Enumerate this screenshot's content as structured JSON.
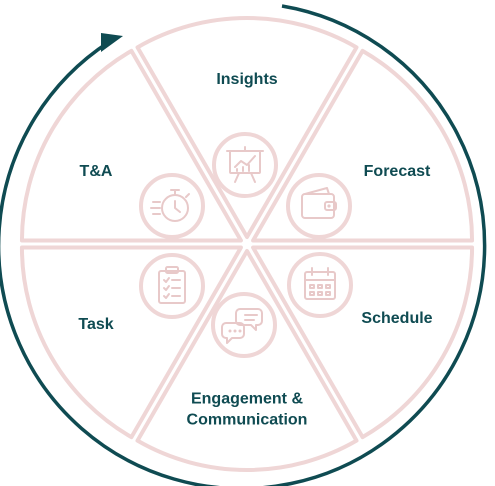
{
  "diagram": {
    "colors": {
      "label": "#0f4b52",
      "outline": "#efd6d6",
      "icon": "#e8c9c9",
      "orbit": "#0f4b52",
      "background": "#ffffff"
    },
    "segments": [
      {
        "id": "insights",
        "label_lines": [
          "Insights"
        ],
        "icon": "presentation-chart-icon"
      },
      {
        "id": "forecast",
        "label_lines": [
          "Forecast"
        ],
        "icon": "wallet-icon"
      },
      {
        "id": "schedule",
        "label_lines": [
          "Schedule"
        ],
        "icon": "calendar-icon"
      },
      {
        "id": "engagement",
        "label_lines": [
          "Engagement &",
          "Communication"
        ],
        "icon": "chat-bubbles-icon"
      },
      {
        "id": "task",
        "label_lines": [
          "Task"
        ],
        "icon": "clipboard-checklist-icon"
      },
      {
        "id": "ta",
        "label_lines": [
          "T&A"
        ],
        "icon": "stopwatch-icon"
      }
    ]
  }
}
